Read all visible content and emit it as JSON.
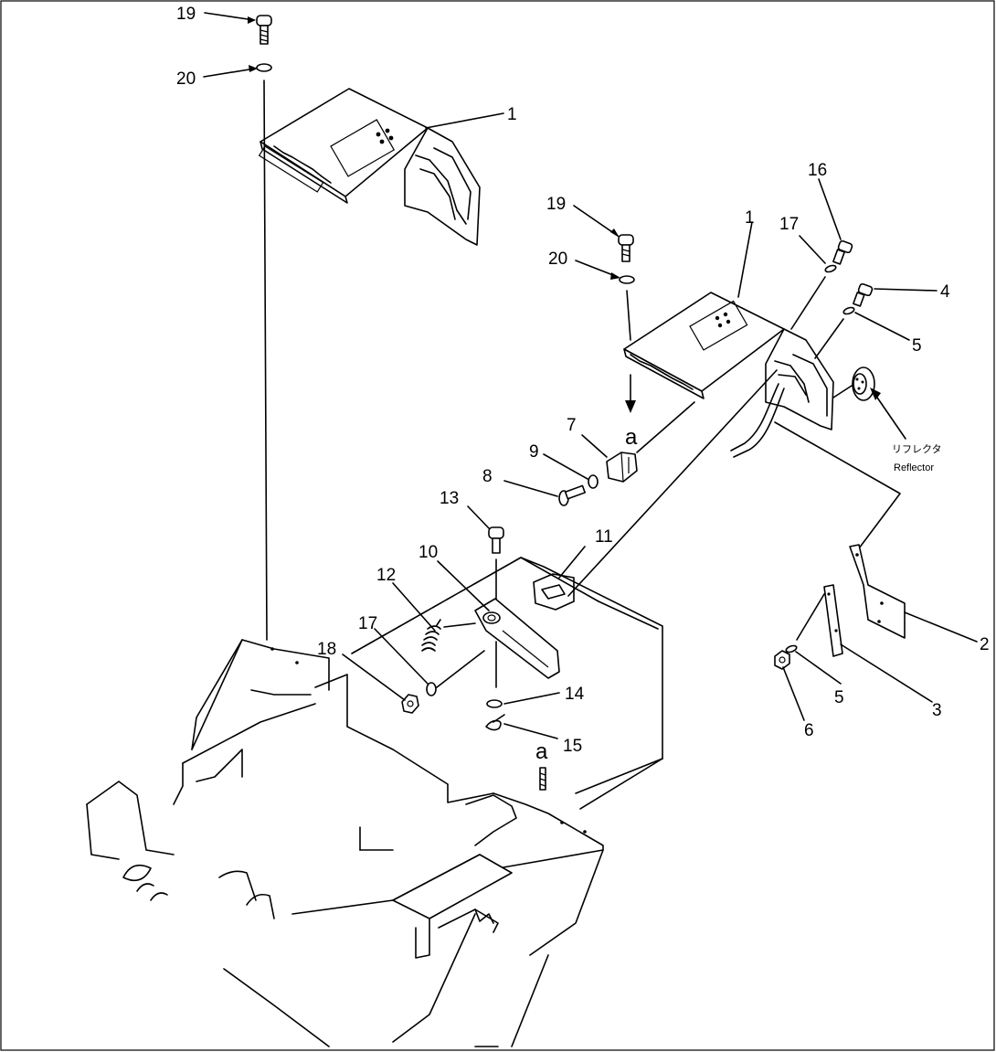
{
  "callouts": [
    {
      "id": "c19a",
      "label": "19"
    },
    {
      "id": "c20a",
      "label": "20"
    },
    {
      "id": "c1a",
      "label": "1"
    },
    {
      "id": "c19b",
      "label": "19"
    },
    {
      "id": "c20b",
      "label": "20"
    },
    {
      "id": "c1b",
      "label": "1"
    },
    {
      "id": "c16",
      "label": "16"
    },
    {
      "id": "c17a",
      "label": "17"
    },
    {
      "id": "c4",
      "label": "4"
    },
    {
      "id": "c5a",
      "label": "5"
    },
    {
      "id": "c7",
      "label": "7"
    },
    {
      "id": "ca1",
      "label": "a"
    },
    {
      "id": "c9",
      "label": "9"
    },
    {
      "id": "c8",
      "label": "8"
    },
    {
      "id": "c13",
      "label": "13"
    },
    {
      "id": "c11",
      "label": "11"
    },
    {
      "id": "c10",
      "label": "10"
    },
    {
      "id": "c12",
      "label": "12"
    },
    {
      "id": "c17b",
      "label": "17"
    },
    {
      "id": "c18",
      "label": "18"
    },
    {
      "id": "c14",
      "label": "14"
    },
    {
      "id": "c15",
      "label": "15"
    },
    {
      "id": "ca2",
      "label": "a"
    },
    {
      "id": "c2",
      "label": "2"
    },
    {
      "id": "c5b",
      "label": "5"
    },
    {
      "id": "c6",
      "label": "6"
    },
    {
      "id": "c3",
      "label": "3"
    }
  ],
  "reflector": {
    "label_jp": "リフレクタ",
    "label_en": "Reflector"
  }
}
